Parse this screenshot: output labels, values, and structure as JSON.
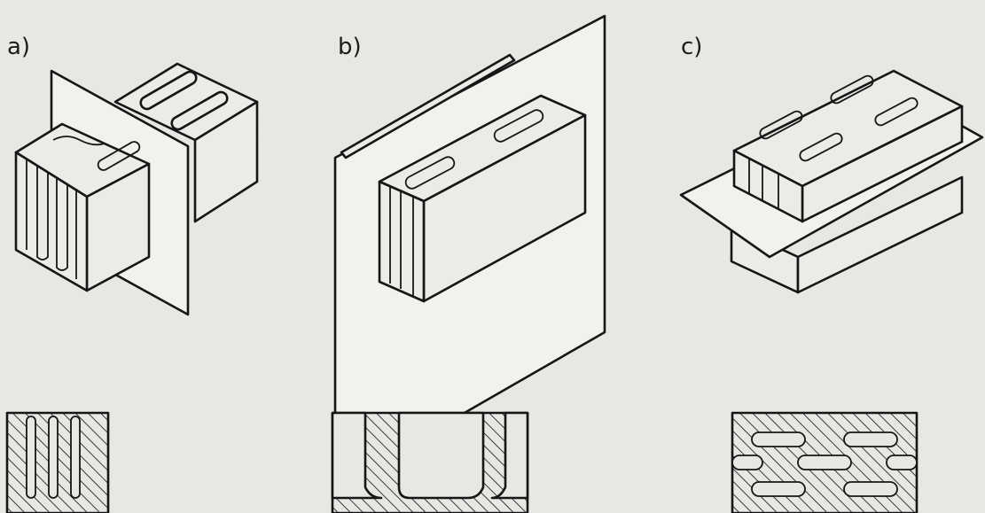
{
  "figure": {
    "panels": [
      {
        "id": "a",
        "label": "a)"
      },
      {
        "id": "b",
        "label": "b)"
      },
      {
        "id": "c",
        "label": "c)"
      }
    ]
  },
  "colors": {
    "paper": "#e9e7e4",
    "ink": "#161616",
    "plane": "#f2f1ee",
    "hatch": "#3a3a3a"
  }
}
